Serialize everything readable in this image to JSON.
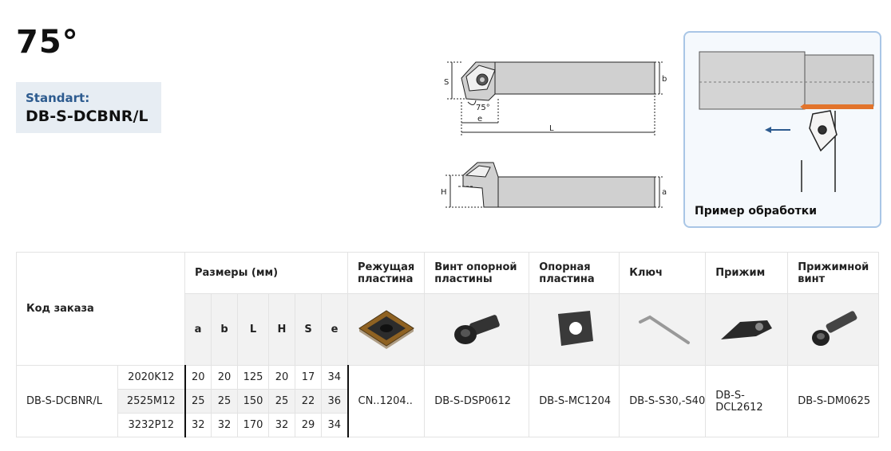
{
  "header": {
    "angle_title": "75°",
    "standart_label": "Standart:",
    "standart_value": "DB-S-DCBNR/L"
  },
  "drawing": {
    "top_labels": {
      "s": "S",
      "b": "b",
      "angle": "75°",
      "e": "e",
      "L": "L"
    },
    "side_labels": {
      "H": "H",
      "a": "a"
    }
  },
  "example": {
    "caption": "Пример обработки",
    "feed_color": "#e2742c",
    "arrow_color": "#2d5b8f"
  },
  "table": {
    "order_code_header": "Код заказа",
    "dimensions_header": "Размеры (мм)",
    "dimension_columns": [
      "a",
      "b",
      "L",
      "H",
      "S",
      "e"
    ],
    "part_headers": [
      {
        "label": "Режущая пластина",
        "icon": "cutting-insert-icon"
      },
      {
        "label": "Винт опорной пластины",
        "icon": "shim-screw-icon"
      },
      {
        "label": "Опорная пластина",
        "icon": "shim-plate-icon"
      },
      {
        "label": "Ключ",
        "icon": "hex-key-icon"
      },
      {
        "label": "Прижим",
        "icon": "clamp-icon"
      },
      {
        "label": "Прижимной винт",
        "icon": "clamp-screw-icon"
      }
    ],
    "family": "DB-S-DCBNR/L",
    "rows": [
      {
        "code": "2020K12",
        "dims": [
          "20",
          "20",
          "125",
          "20",
          "17",
          "34"
        ]
      },
      {
        "code": "2525M12",
        "dims": [
          "25",
          "25",
          "150",
          "25",
          "22",
          "36"
        ]
      },
      {
        "code": "3232P12",
        "dims": [
          "32",
          "32",
          "170",
          "32",
          "29",
          "34"
        ]
      }
    ],
    "parts": [
      "CN..1204..",
      "DB-S-DSP0612",
      "DB-S-MC1204",
      "DB-S-S30,-S40",
      "DB-S-DCL2612",
      "DB-S-DM0625"
    ]
  }
}
